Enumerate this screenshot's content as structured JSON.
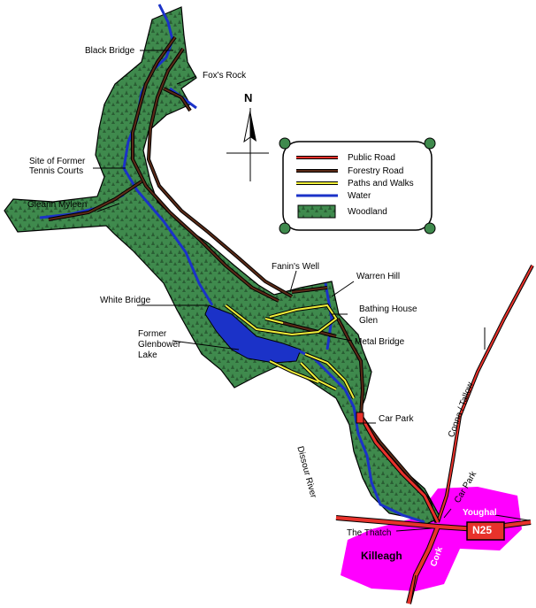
{
  "map": {
    "compass_label": "N",
    "legend": {
      "items": [
        {
          "label": "Public Road",
          "color": "#e8322b"
        },
        {
          "label": "Forestry Road",
          "color": "#5a2a17"
        },
        {
          "label": "Paths and Walks",
          "color": "#f0ef3a"
        },
        {
          "label": "Water",
          "color": "#1b32c8"
        },
        {
          "label": "Woodland",
          "color": "#3f8a4d"
        }
      ]
    },
    "labels": {
      "black_bridge": "Black Bridge",
      "foxs_rock": "Fox's Rock",
      "tennis_line1": "Site of Former",
      "tennis_line2": "Tennis Courts",
      "gleann_myleen": "Gleann Myleen",
      "fanins_well": "Fanin's Well",
      "warren_hill": "Warren Hill",
      "white_bridge": "White Bridge",
      "bathing_line1": "Bathing House",
      "bathing_line2": "Glen",
      "lake_line1": "Former",
      "lake_line2": "Glenbower",
      "lake_line3": "Lake",
      "metal_bridge": "Metal Bridge",
      "car_park": "Car Park",
      "car_park_2": "Car Park",
      "dissour_river": "Dissour River",
      "conna_tallow": "Conna / Tallow",
      "youghal": "Youghal",
      "n25": "N25",
      "the_thatch": "The Thatch",
      "killeagh": "Killeagh",
      "cork": "Cork"
    },
    "colors": {
      "woodland": "#3f8a4d",
      "town": "#ff00ff",
      "road": "#e8322b",
      "forestry": "#5a2a17",
      "paths": "#f0ef3a",
      "water": "#1b32c8"
    }
  }
}
